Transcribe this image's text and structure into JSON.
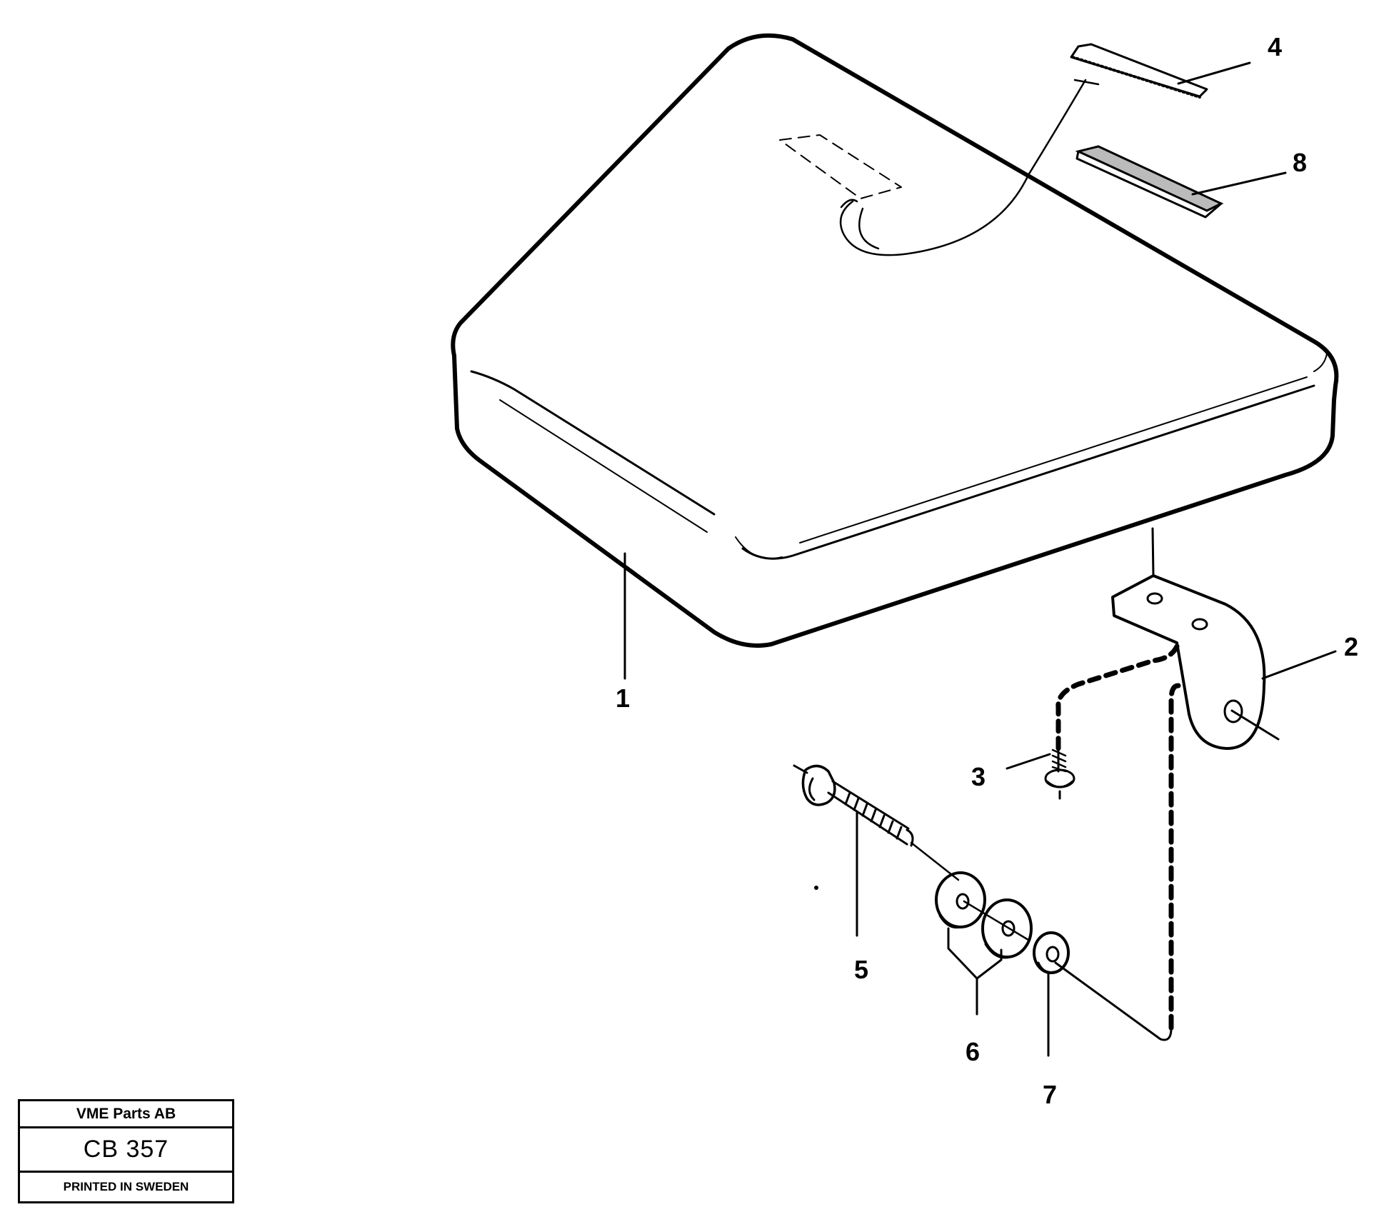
{
  "diagram": {
    "callouts": [
      "1",
      "2",
      "3",
      "4",
      "5",
      "6",
      "7",
      "8"
    ]
  },
  "title_block": {
    "company": "VME Parts AB",
    "code": "CB 357",
    "printed": "PRINTED IN SWEDEN"
  }
}
